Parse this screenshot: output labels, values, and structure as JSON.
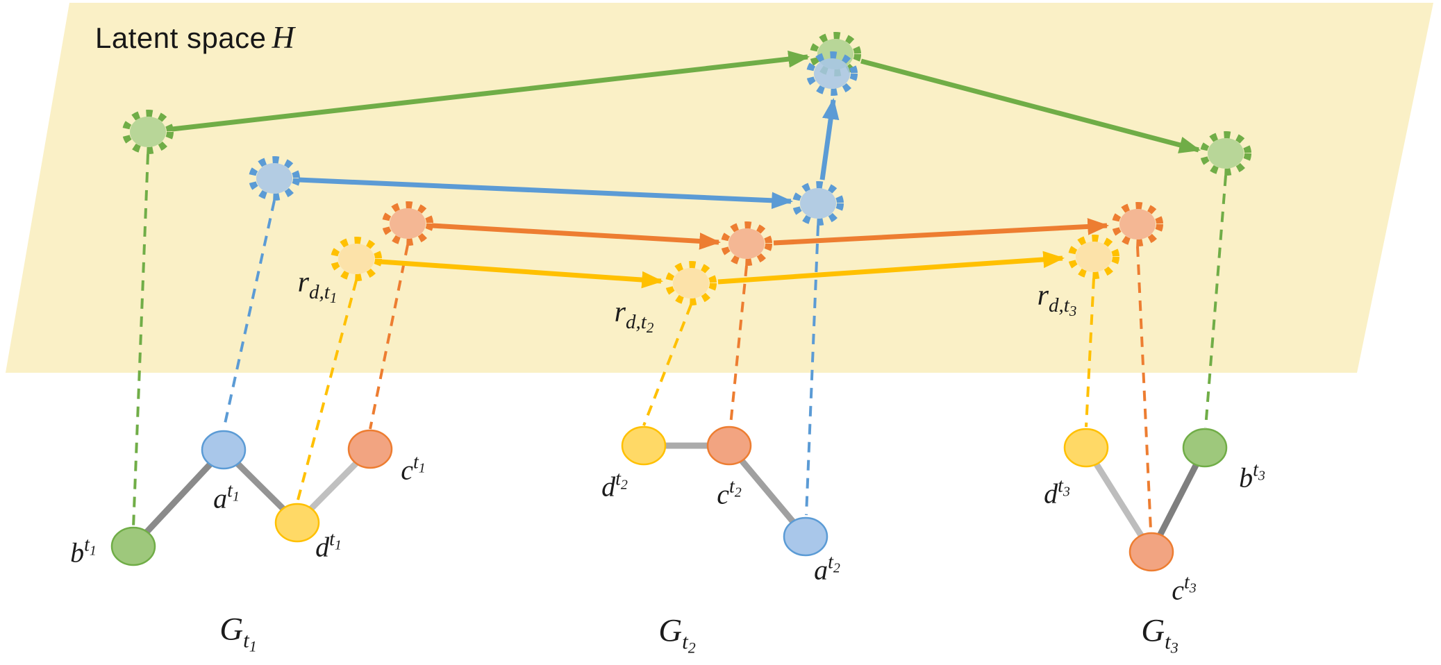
{
  "title": {
    "text": "Latent space",
    "symbol": "H"
  },
  "colors": {
    "a": "#5B9BD5",
    "b": "#70AD47",
    "c": "#ED7D31",
    "d": "#FFC000",
    "plane": "#FAF0C6"
  },
  "fills_latent": {
    "a": "#A6C5E8",
    "b": "#ACD18F",
    "c": "#F2AD8B",
    "d": "#FBDFA3"
  },
  "fills_node": {
    "a": "#A9C7EA",
    "b": "#9EC87C",
    "c": "#F2A481",
    "d": "#FFD966"
  },
  "entities": [
    {
      "id": "a",
      "color_name": "blue"
    },
    {
      "id": "b",
      "color_name": "green"
    },
    {
      "id": "c",
      "color_name": "orange"
    },
    {
      "id": "d",
      "color_name": "yellow"
    }
  ],
  "graphs": [
    {
      "title": {
        "base": "G",
        "sub": "t",
        "subsub": "1"
      },
      "anchor_label": {
        "base": "r",
        "sub": "d,t",
        "subsub": "1"
      },
      "nodes": [
        {
          "id": "b",
          "label": {
            "base": "b",
            "sup": "t",
            "supsub": "1"
          }
        },
        {
          "id": "a",
          "label": {
            "base": "a",
            "sup": "t",
            "supsub": "1"
          }
        },
        {
          "id": "d",
          "label": {
            "base": "d",
            "sup": "t",
            "supsub": "1"
          }
        },
        {
          "id": "c",
          "label": {
            "base": "c",
            "sup": "t",
            "supsub": "1"
          }
        }
      ],
      "edges": [
        [
          "b",
          "a"
        ],
        [
          "a",
          "d"
        ],
        [
          "d",
          "c"
        ]
      ]
    },
    {
      "title": {
        "base": "G",
        "sub": "t",
        "subsub": "2"
      },
      "anchor_label": {
        "base": "r",
        "sub": "d,t",
        "subsub": "2"
      },
      "nodes": [
        {
          "id": "d",
          "label": {
            "base": "d",
            "sup": "t",
            "supsub": "2"
          }
        },
        {
          "id": "c",
          "label": {
            "base": "c",
            "sup": "t",
            "supsub": "2"
          }
        },
        {
          "id": "a",
          "label": {
            "base": "a",
            "sup": "t",
            "supsub": "2"
          }
        }
      ],
      "edges": [
        [
          "d",
          "c"
        ],
        [
          "c",
          "a"
        ]
      ]
    },
    {
      "title": {
        "base": "G",
        "sub": "t",
        "subsub": "3"
      },
      "anchor_label": {
        "base": "r",
        "sub": "d,t",
        "subsub": "3"
      },
      "nodes": [
        {
          "id": "d",
          "label": {
            "base": "d",
            "sup": "t",
            "supsub": "3"
          }
        },
        {
          "id": "b",
          "label": {
            "base": "b",
            "sup": "t",
            "supsub": "3"
          }
        },
        {
          "id": "c",
          "label": {
            "base": "c",
            "sup": "t",
            "supsub": "3"
          }
        }
      ],
      "edges": [
        [
          "d",
          "c"
        ],
        [
          "b",
          "c"
        ]
      ]
    }
  ]
}
